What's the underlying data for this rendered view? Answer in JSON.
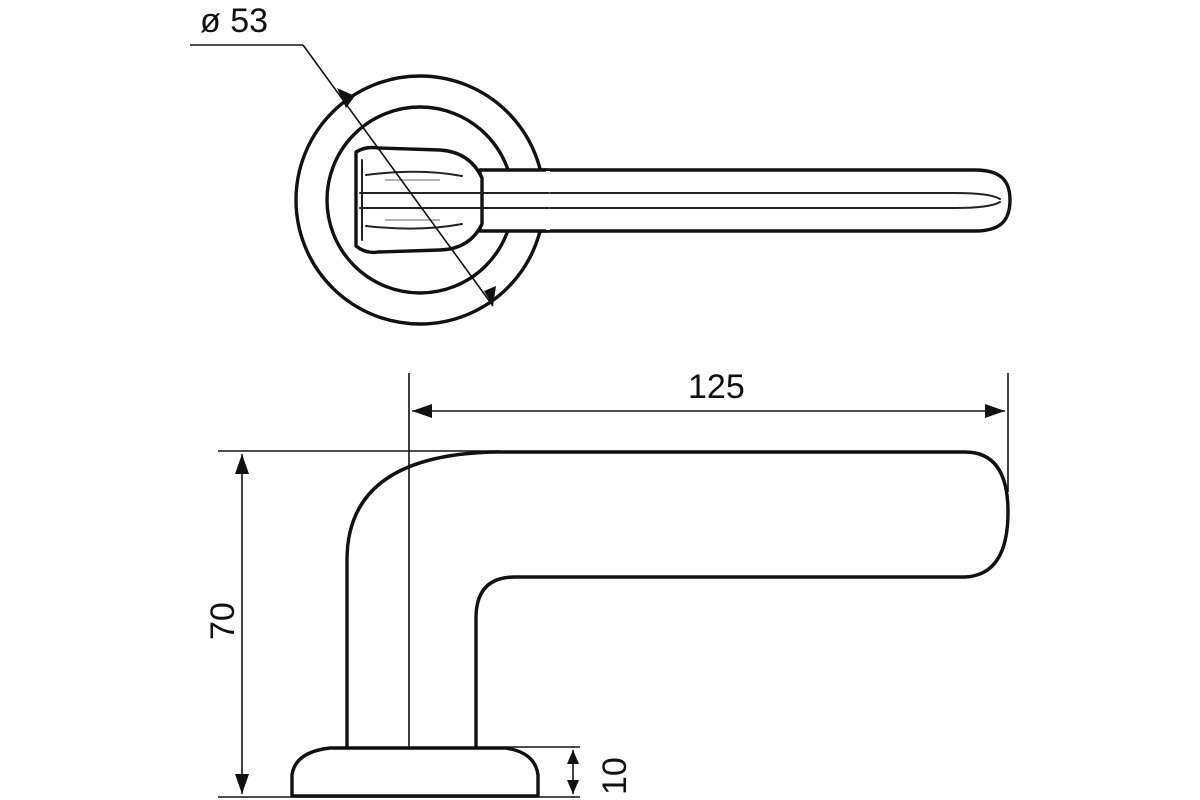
{
  "drawing": {
    "dimensions": {
      "rosette_diameter": "ø 53",
      "handle_length": "125",
      "handle_height": "70",
      "rosette_thickness": "10"
    }
  }
}
